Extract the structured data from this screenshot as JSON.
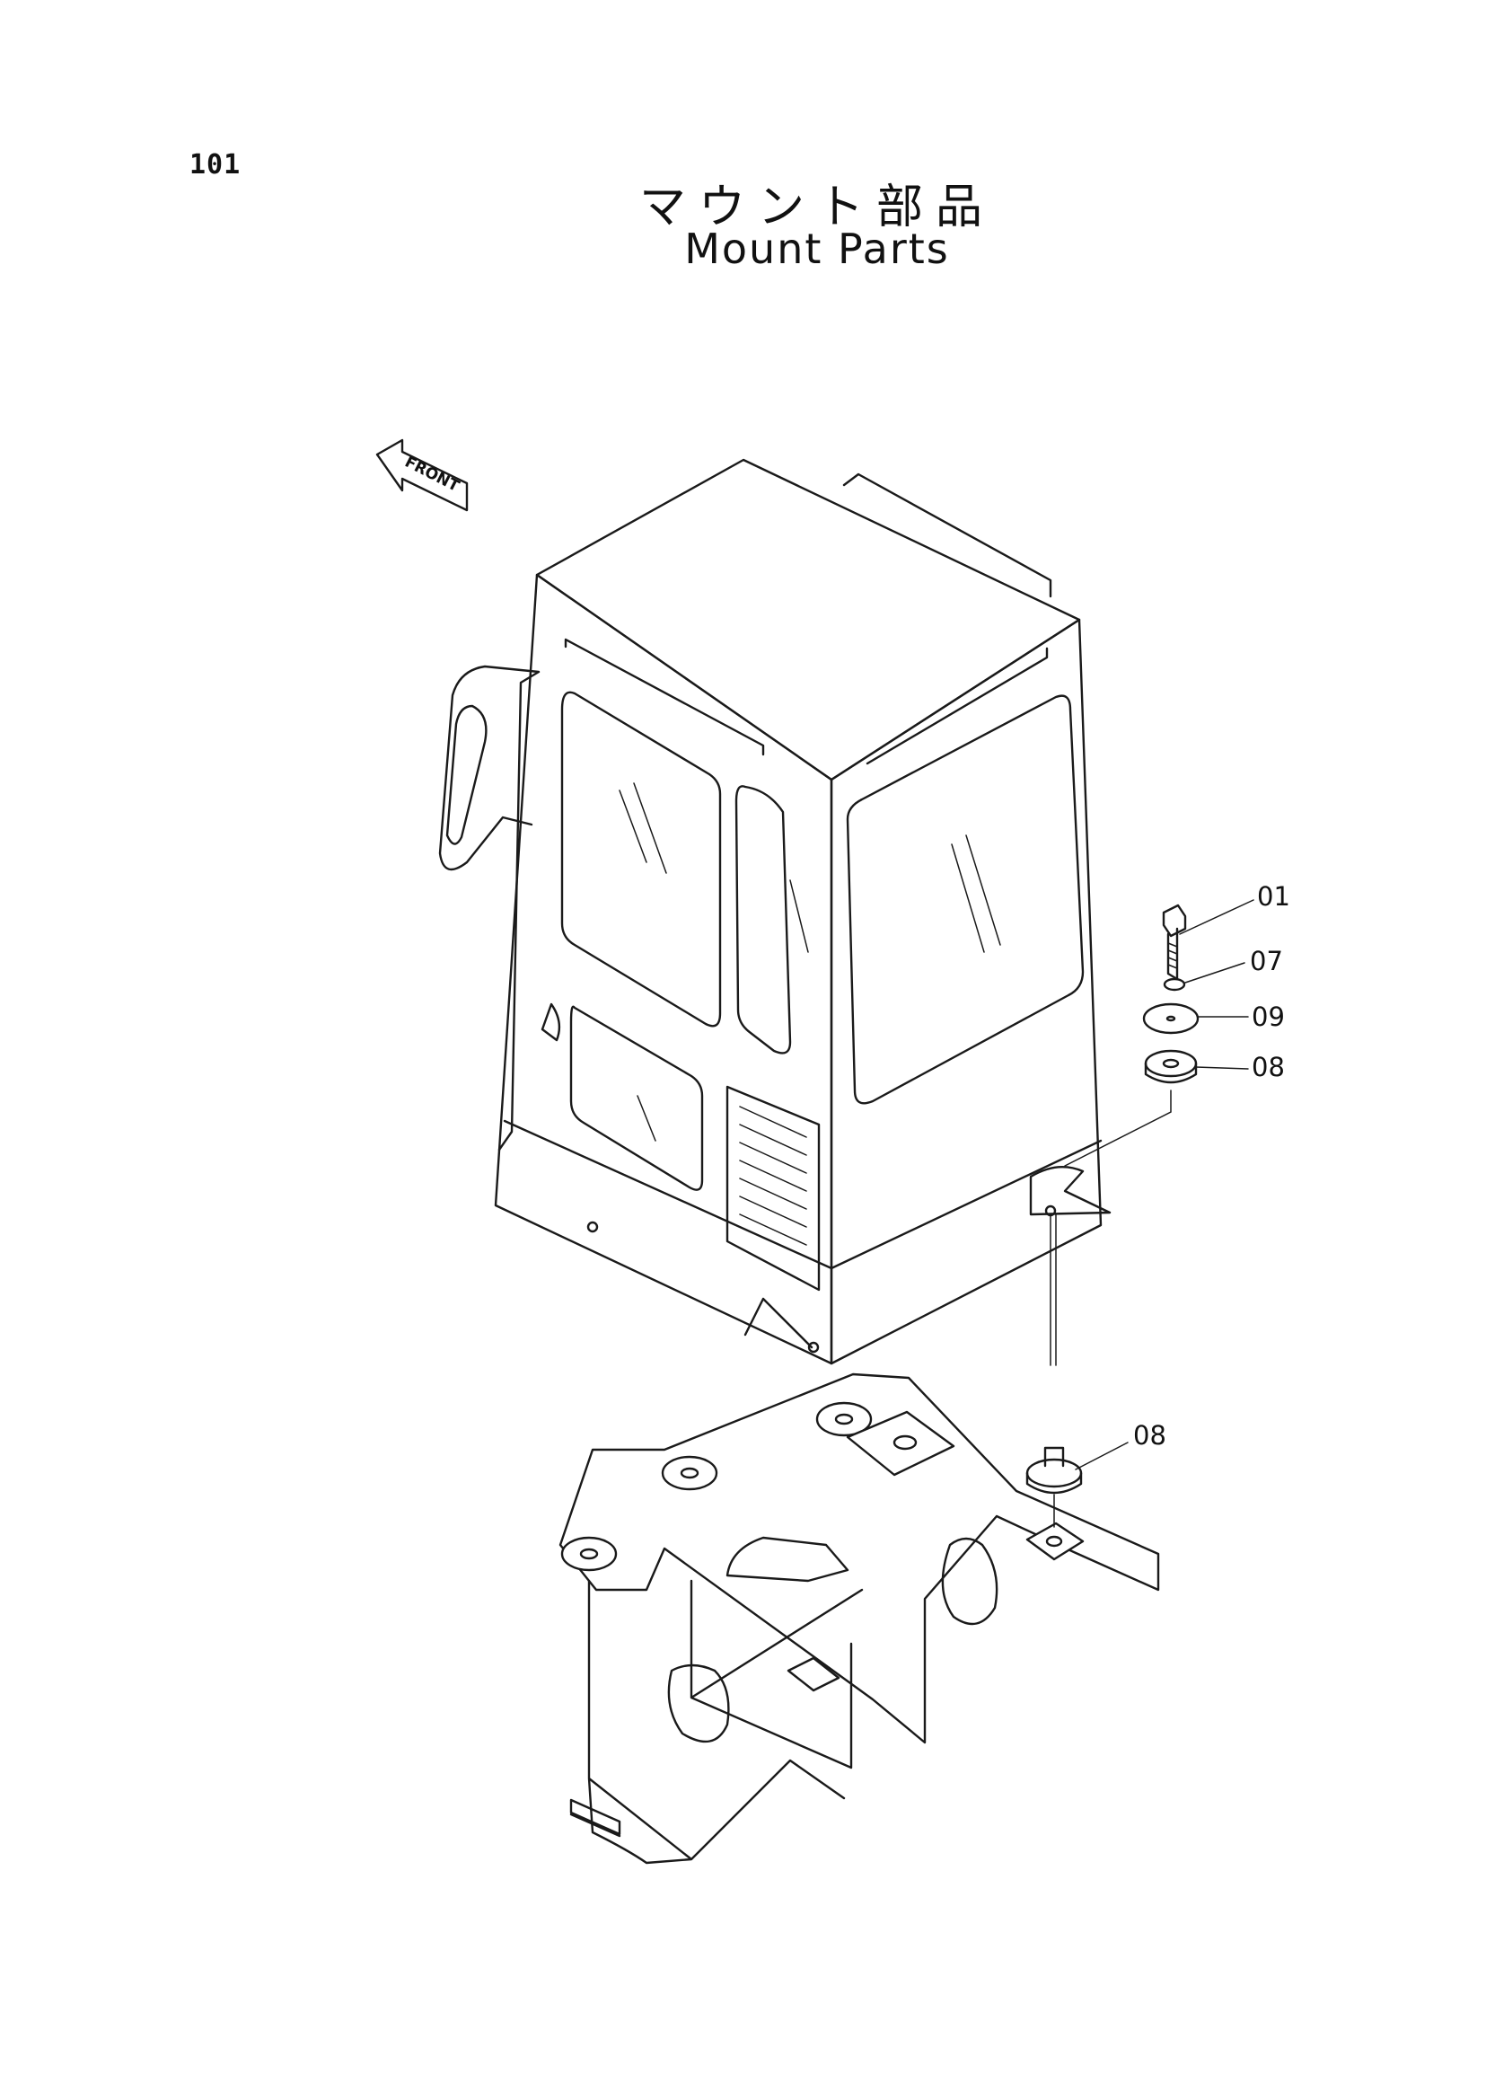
{
  "page": {
    "number": "101",
    "title_jp": "マウント部品",
    "title_en": "Mount Parts"
  },
  "front_arrow": {
    "label": "FRONT"
  },
  "callouts": [
    {
      "id": "c01",
      "label": "01"
    },
    {
      "id": "c07",
      "label": "07"
    },
    {
      "id": "c09",
      "label": "09"
    },
    {
      "id": "c08a",
      "label": "08"
    },
    {
      "id": "c08b",
      "label": "08"
    }
  ]
}
